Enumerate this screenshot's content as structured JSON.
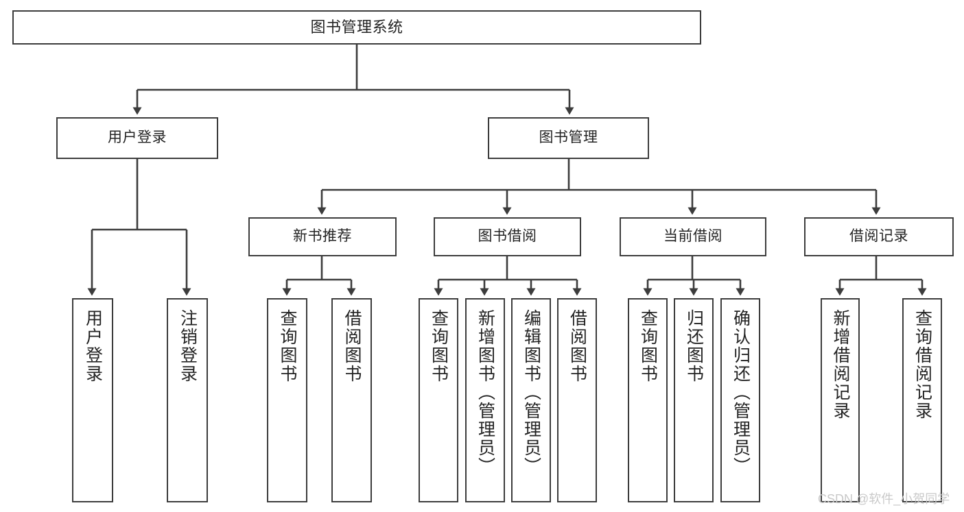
{
  "diagram": {
    "type": "tree",
    "title": "图书管理系统",
    "watermark": "CSDN @软件_小贺同学",
    "line_color": "#3c3c3c",
    "box_fill": "#ffffff",
    "text_color": "#232323",
    "watermark_color": "#c9c9c9",
    "nodes": {
      "root": {
        "label": "图书管理系统"
      },
      "level2": [
        {
          "id": "user-login",
          "label": "用户登录"
        },
        {
          "id": "book-manage",
          "label": "图书管理"
        }
      ],
      "level3": [
        {
          "id": "new-book-rec",
          "label": "新书推荐"
        },
        {
          "id": "book-borrow",
          "label": "图书借阅"
        },
        {
          "id": "current-borrow",
          "label": "当前借阅"
        },
        {
          "id": "borrow-record",
          "label": "借阅记录"
        }
      ],
      "leaves": {
        "user-login": [
          {
            "id": "leaf-user-login",
            "label": "用户登录"
          },
          {
            "id": "leaf-logout-login",
            "label": "注销登录"
          }
        ],
        "new-book-rec": [
          {
            "id": "leaf-query-book-1",
            "label": "查询图书"
          },
          {
            "id": "leaf-borrow-book-1",
            "label": "借阅图书"
          }
        ],
        "book-borrow": [
          {
            "id": "leaf-query-book-2",
            "label": "查询图书"
          },
          {
            "id": "leaf-add-book",
            "label": "新增图书（管理员）"
          },
          {
            "id": "leaf-edit-book",
            "label": "编辑图书（管理员）"
          },
          {
            "id": "leaf-borrow-book-2",
            "label": "借阅图书"
          }
        ],
        "current-borrow": [
          {
            "id": "leaf-query-book-3",
            "label": "查询图书"
          },
          {
            "id": "leaf-return-book",
            "label": "归还图书"
          },
          {
            "id": "leaf-confirm-return",
            "label": "确认归还（管理员）"
          }
        ],
        "borrow-record": [
          {
            "id": "leaf-add-record",
            "label": "新增借阅记录"
          },
          {
            "id": "leaf-query-record",
            "label": "查询借阅记录"
          }
        ]
      }
    }
  }
}
